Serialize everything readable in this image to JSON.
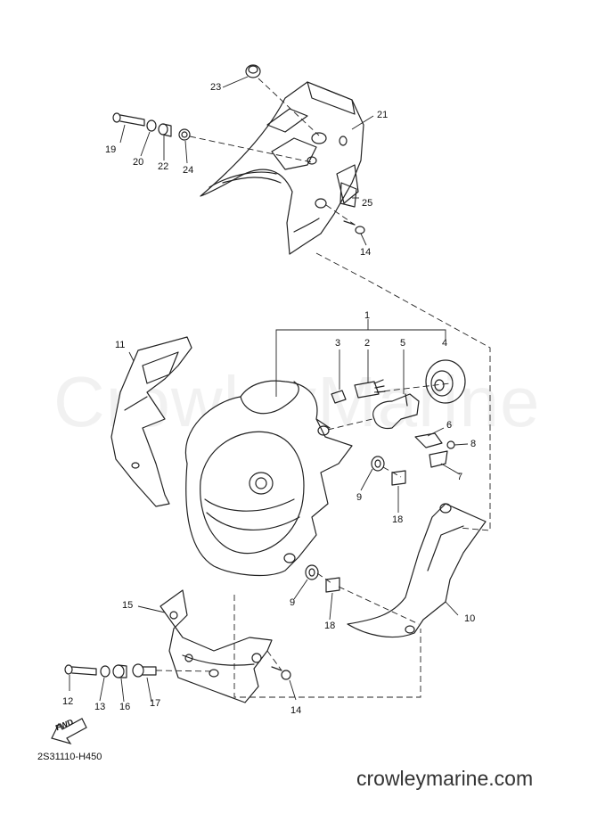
{
  "watermark": "CrowleyMarine",
  "diagram_code": "2S31110-H450",
  "site": "crowleymarine.com",
  "fwd_label": "FWD",
  "callouts": {
    "c23": "23",
    "c21": "21",
    "c19": "19",
    "c20": "20",
    "c22": "22",
    "c24": "24",
    "c25": "25",
    "c14a": "14",
    "c1": "1",
    "c3": "3",
    "c2": "2",
    "c5": "5",
    "c4": "4",
    "c11": "11",
    "c6": "6",
    "c8": "8",
    "c7": "7",
    "c9a": "9",
    "c18a": "18",
    "c10": "10",
    "c9b": "9",
    "c18b": "18",
    "c15": "15",
    "c12": "12",
    "c13": "13",
    "c16": "16",
    "c17": "17",
    "c14b": "14"
  }
}
